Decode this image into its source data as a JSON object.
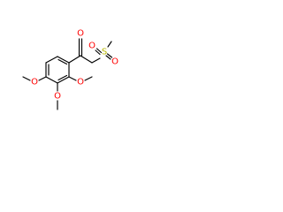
{
  "molecule": {
    "atoms": {
      "carbonyl_o": "O",
      "sulfur": "S",
      "sulfonyl_o_left": "O",
      "sulfonyl_o_right": "O",
      "methoxy_o_2": "O",
      "methoxy_o_3": "O",
      "methoxy_o_4": "O"
    },
    "colors": {
      "oxygen": "#ff0000",
      "sulfur": "#b8b800",
      "bond": "#000000",
      "background": "#ffffff"
    }
  }
}
